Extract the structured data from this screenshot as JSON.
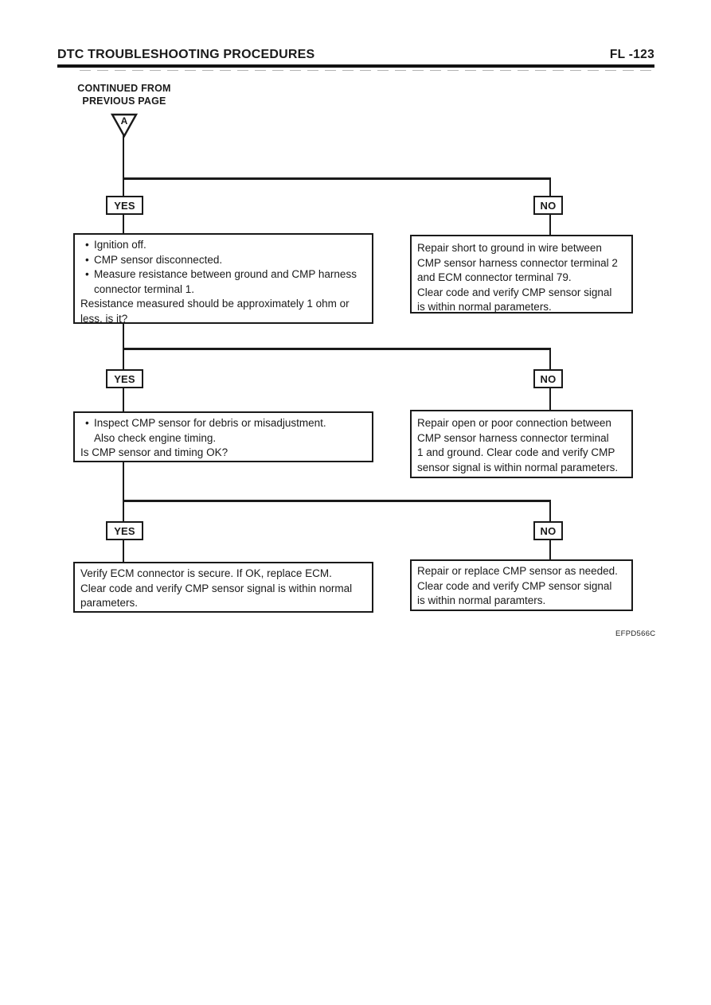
{
  "header": {
    "title": "DTC TROUBLESHOOTING PROCEDURES",
    "page_number": "FL -123"
  },
  "flow": {
    "continued_line1": "CONTINUED FROM",
    "continued_line2": "PREVIOUS PAGE",
    "connector_label": "A",
    "yes_label": "YES",
    "no_label": "NO",
    "bullet": "•",
    "step1": {
      "question_bullet1": "Ignition off.",
      "question_bullet2": "CMP sensor disconnected.",
      "question_bullet3": "Measure resistance between ground and CMP harness\nconnector terminal 1.",
      "question_footer": "Resistance measured should be approximately 1 ohm or\nless, is it?",
      "no_action": "Repair short to ground in wire between\nCMP sensor harness connector terminal 2\nand ECM connector terminal 79.\nClear code and verify CMP sensor signal\nis within normal parameters."
    },
    "step2": {
      "question_bullet1": "Inspect CMP sensor for debris or misadjustment.\nAlso check engine timing.",
      "question_footer": "Is CMP sensor and timing OK?",
      "no_action": "Repair open or poor connection between\nCMP sensor harness connector terminal\n1 and ground. Clear code and verify CMP\nsensor signal is within normal parameters."
    },
    "step3": {
      "yes_action": "Verify ECM connector is secure. If OK, replace ECM.\nClear code and verify CMP sensor signal is within normal\nparameters.",
      "no_action": "Repair or replace CMP sensor as needed.\nClear code and verify CMP sensor signal\nis within normal paramters."
    }
  },
  "figure_code": "EFPD566C",
  "colors": {
    "ink": "#1a1a1a",
    "paper": "#ffffff"
  }
}
